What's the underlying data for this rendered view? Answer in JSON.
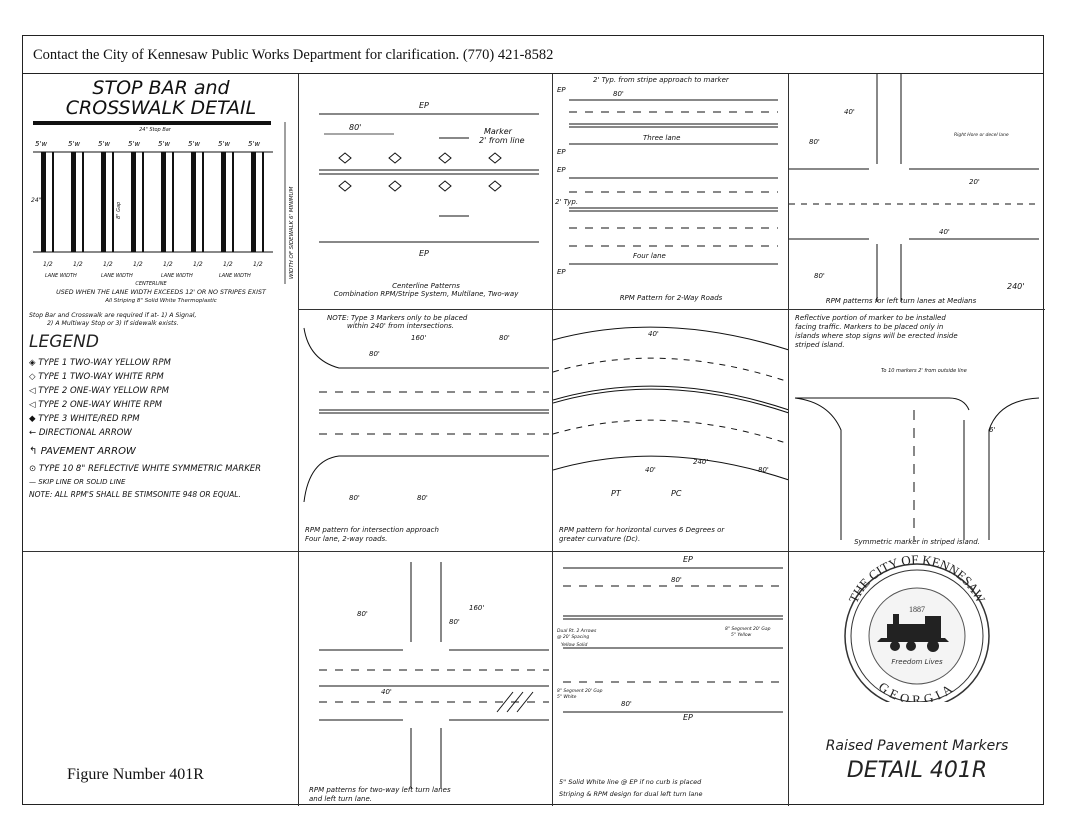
{
  "header": {
    "contact": "Contact the City of Kennesaw Public Works Department for clarification. (770) 421-8582"
  },
  "stopbar": {
    "title_line1": "STOP BAR and",
    "title_line2": "CROSSWALK DETAIL",
    "stop_bar_label": "24\" Stop Bar",
    "spacing_labels": [
      "5'w",
      "5'w",
      "5'w",
      "5'w",
      "5'w",
      "5'w",
      "5'w",
      "5'w"
    ],
    "vertical_label": "WIDTH OF SIDEWALK 6' MINIMUM",
    "inner_label": "8\" Gap",
    "dim_label": "24\"",
    "bottom_dims": [
      "1/2",
      "1/2",
      "1/2",
      "1/2",
      "1/2",
      "1/2",
      "1/2",
      "1/2"
    ],
    "lane_labels": [
      "LANE WIDTH",
      "LANE WIDTH",
      "LANE WIDTH",
      "LANE WIDTH"
    ],
    "centerline_label": "CENTERLINE",
    "note1": "USED WHEN THE LANE WIDTH EXCEEDS 12' OR NO STRIPES EXIST",
    "note2": "All Striping 8\" Solid White Thermoplastic",
    "note3": "Stop Bar and Crosswalk are required if at- 1) A Signal,",
    "note4": "2) A Multiway Stop or 3) If sidewalk exists."
  },
  "legend": {
    "title": "LEGEND",
    "items": [
      "TYPE 1 TWO-WAY YELLOW RPM",
      "TYPE 1 TWO-WAY WHITE RPM",
      "TYPE 2 ONE-WAY YELLOW RPM",
      "TYPE 2 ONE-WAY WHITE RPM",
      "TYPE 3 WHITE/RED RPM",
      "DIRECTIONAL ARROW",
      "PAVEMENT ARROW",
      "TYPE 10 8\" REFLECTIVE WHITE SYMMETRIC MARKER",
      "SKIP LINE OR SOLID LINE"
    ],
    "note": "NOTE: ALL RPM'S SHALL BE STIMSONITE 948 OR EQUAL."
  },
  "centerline": {
    "ep_top": "EP",
    "ep_bottom": "EP",
    "dim": "80'",
    "marker_label1": "Marker",
    "marker_label2": "2' from line",
    "caption1": "Centerline Patterns",
    "caption2": "Combination RPM/Stripe System, Multilane, Two-way"
  },
  "twoway": {
    "top_note": "2' Typ. from stripe approach to marker",
    "ep": "EP",
    "dim": "80'",
    "three_lane": "Three lane",
    "four_lane": "Four lane",
    "typ": "2' Typ.",
    "caption": "RPM Pattern for 2-Way Roads"
  },
  "medians": {
    "dim1": "80'",
    "dim2": "40'",
    "dim3": "80'",
    "dim4": "20'",
    "dim5": "40'",
    "right_label": "Right Hore or decel lane",
    "dim_240": "240'",
    "caption": "RPM patterns for left turn lanes at Medians"
  },
  "intersection": {
    "note1": "NOTE: Type 3 Markers only to be placed",
    "note2": "within 240' from intersections.",
    "dim160": "160'",
    "dim80a": "80'",
    "dim80b": "80'",
    "dim80c": "80'",
    "dim80d": "80'",
    "caption1": "RPM pattern for intersection approach",
    "caption2": "Four lane, 2-way roads."
  },
  "curves": {
    "dim40a": "40'",
    "dim40b": "40'",
    "dim240": "240'",
    "dim80": "80'",
    "pt": "PT",
    "pc": "PC",
    "caption1": "RPM pattern for horizontal curves 6 Degrees or",
    "caption2": "greater curvature (Dc)."
  },
  "symmetric": {
    "note1": "Reflective portion of marker to be installed",
    "note2": "facing traffic. Markers to be placed only in",
    "note3": "islands where stop signs will be erected inside",
    "note4": "striped island.",
    "marker_note": "To 10 markers 2' from outside line",
    "dim": "6'",
    "caption": "Symmetric marker in striped island."
  },
  "figure": {
    "label": "Figure Number 401R"
  },
  "leftturn": {
    "dim160": "160'",
    "dim80a": "80'",
    "dim80b": "80'",
    "dim40": "40'",
    "caption1": "RPM patterns for two-way left turn lanes",
    "caption2": "and left turn lane."
  },
  "dual": {
    "ep_top": "EP",
    "ep_bottom": "EP",
    "dim80a": "80'",
    "dim80b": "80'",
    "label1": "Dual Rt. 2 Arrows",
    "label2": "@ 20' Spacing",
    "label3": "8\" Segment 20' Gap",
    "label4": "5\" Yellow",
    "label5": "Yellow Solid",
    "label6": "8\" Segment 20' Gap",
    "label7": "5\" White",
    "note": "5\" Solid White line @ EP if no curb is placed",
    "caption": "Striping & RPM design for dual left turn lane"
  },
  "seal": {
    "top_text": "THE CITY OF KENNESAW",
    "year": "1887",
    "motto": "Freedom Lives",
    "bottom_text": "GEORGIA"
  },
  "title_block": {
    "line1": "Raised Pavement Markers",
    "line2": "DETAIL 401R"
  }
}
